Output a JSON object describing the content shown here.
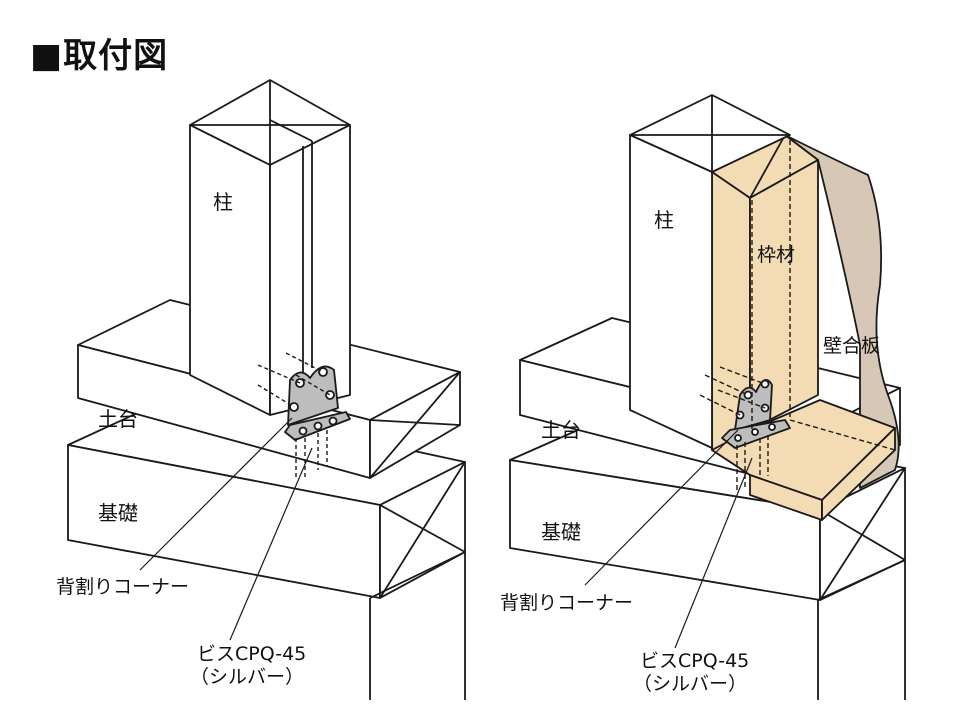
{
  "title": "■取付図",
  "figures": {
    "left": {
      "column": "柱",
      "sill": "土台",
      "foundation": "基礎",
      "bracket_label": "背割りコーナー",
      "screw_label": "ビスCPQ-45",
      "screw_color": "（シルバー）"
    },
    "right": {
      "column": "柱",
      "frame": "枠材",
      "wall_board": "壁合板",
      "sill": "土台",
      "foundation": "基礎",
      "bracket_label": "背割りコーナー",
      "screw_label": "ビスCPQ-45",
      "screw_color": "（シルバー）"
    }
  },
  "colors": {
    "frame_fill": "#f3dcb4",
    "board_fill": "#d6c7b6",
    "bracket_fill": "#bdbdbd",
    "line": "#1a1a1a"
  }
}
